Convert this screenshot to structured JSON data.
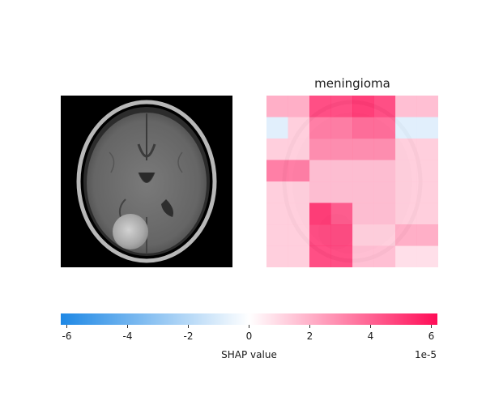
{
  "chart_data": {
    "type": "heatmap",
    "title": "meningioma",
    "panels": [
      "input-image",
      "shap-heatmap"
    ],
    "grid": {
      "rows": 8,
      "cols": 8
    },
    "values": [
      [
        2.5,
        2.5,
        5.5,
        5.5,
        6.0,
        5.5,
        2.0,
        2.0
      ],
      [
        -1.0,
        1.5,
        4.0,
        4.0,
        4.5,
        4.5,
        -1.0,
        -1.0
      ],
      [
        1.5,
        1.5,
        3.5,
        3.5,
        3.5,
        3.5,
        1.5,
        1.5
      ],
      [
        4.0,
        4.0,
        2.0,
        2.0,
        2.0,
        2.0,
        1.5,
        1.5
      ],
      [
        1.5,
        1.5,
        2.0,
        2.0,
        2.0,
        2.0,
        1.5,
        1.5
      ],
      [
        1.5,
        1.5,
        6.0,
        5.0,
        2.0,
        2.0,
        1.5,
        1.5
      ],
      [
        1.5,
        1.5,
        5.5,
        5.5,
        1.5,
        1.5,
        2.5,
        2.5
      ],
      [
        1.5,
        1.5,
        5.5,
        5.5,
        2.0,
        2.0,
        1.0,
        1.0
      ]
    ],
    "colorbar": {
      "label": "SHAP value",
      "offset_text": "1e-5",
      "range": [
        -6.2,
        6.2
      ],
      "ticks": [
        -6,
        -4,
        -2,
        0,
        2,
        4,
        6
      ],
      "tick_labels": [
        "-6",
        "-4",
        "-2",
        "0",
        "2",
        "4",
        "6"
      ],
      "colors": {
        "negative": "#1e88e5",
        "zero": "#ffffff",
        "positive": "#ff0d57"
      }
    }
  }
}
